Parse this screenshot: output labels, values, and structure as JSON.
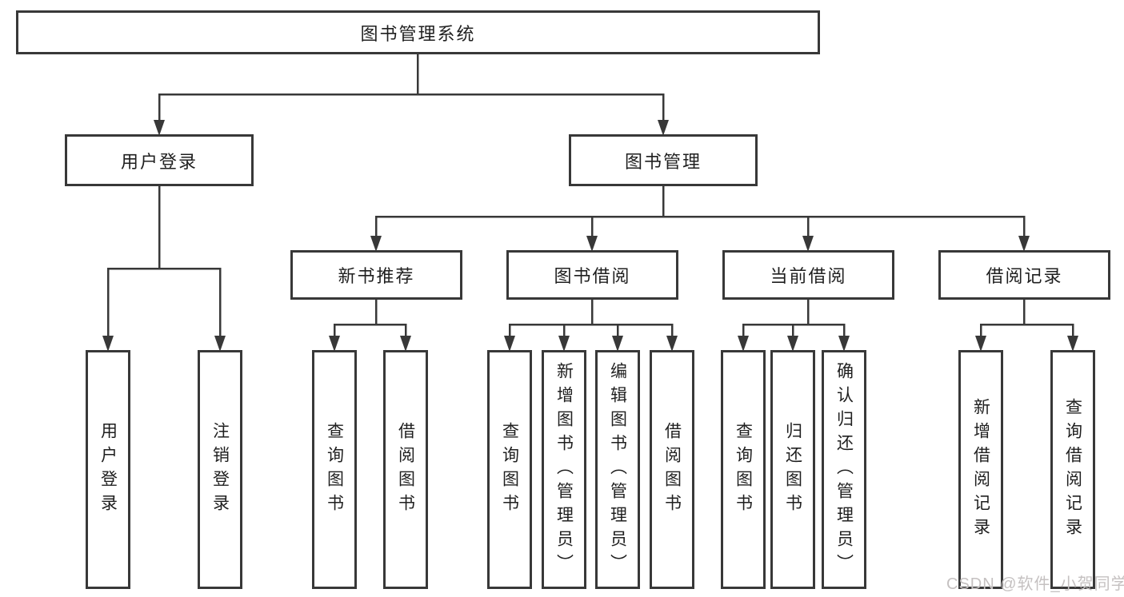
{
  "tree": {
    "root": "图书管理系统",
    "level1": [
      "用户登录",
      "图书管理"
    ],
    "level2": [
      "新书推荐",
      "图书借阅",
      "当前借阅",
      "借阅记录"
    ],
    "leaves": {
      "user": [
        "用户登录",
        "注销登录"
      ],
      "recommend": [
        "查询图书",
        "借阅图书"
      ],
      "borrow": [
        "查询图书",
        "新增图书（管理员）",
        "编辑图书（管理员）",
        "借阅图书"
      ],
      "current": [
        "查询图书",
        "归还图书",
        "确认归还（管理员）"
      ],
      "records": [
        "新增借阅记录",
        "查询借阅记录"
      ]
    }
  },
  "watermark": "CSDN @软件_小贺同学",
  "colors": {
    "line": "#383838",
    "text": "#1f1f1f",
    "watermark": "#c5c1c1"
  }
}
